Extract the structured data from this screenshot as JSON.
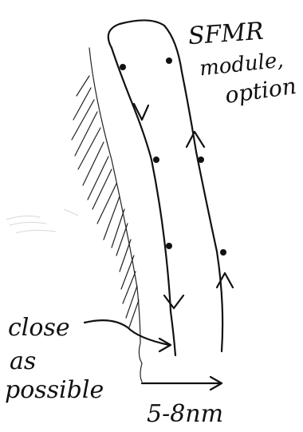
{
  "labels": {
    "title": "SFMR",
    "subtitle_line1": "module,",
    "subtitle_line2": "option",
    "note_line1": "close",
    "note_line2": "as",
    "note_line3": "possible",
    "distance": "5-8nm"
  },
  "colors": {
    "ink": "#111111",
    "paper": "#ffffff",
    "erased": "#d8d8d8"
  }
}
